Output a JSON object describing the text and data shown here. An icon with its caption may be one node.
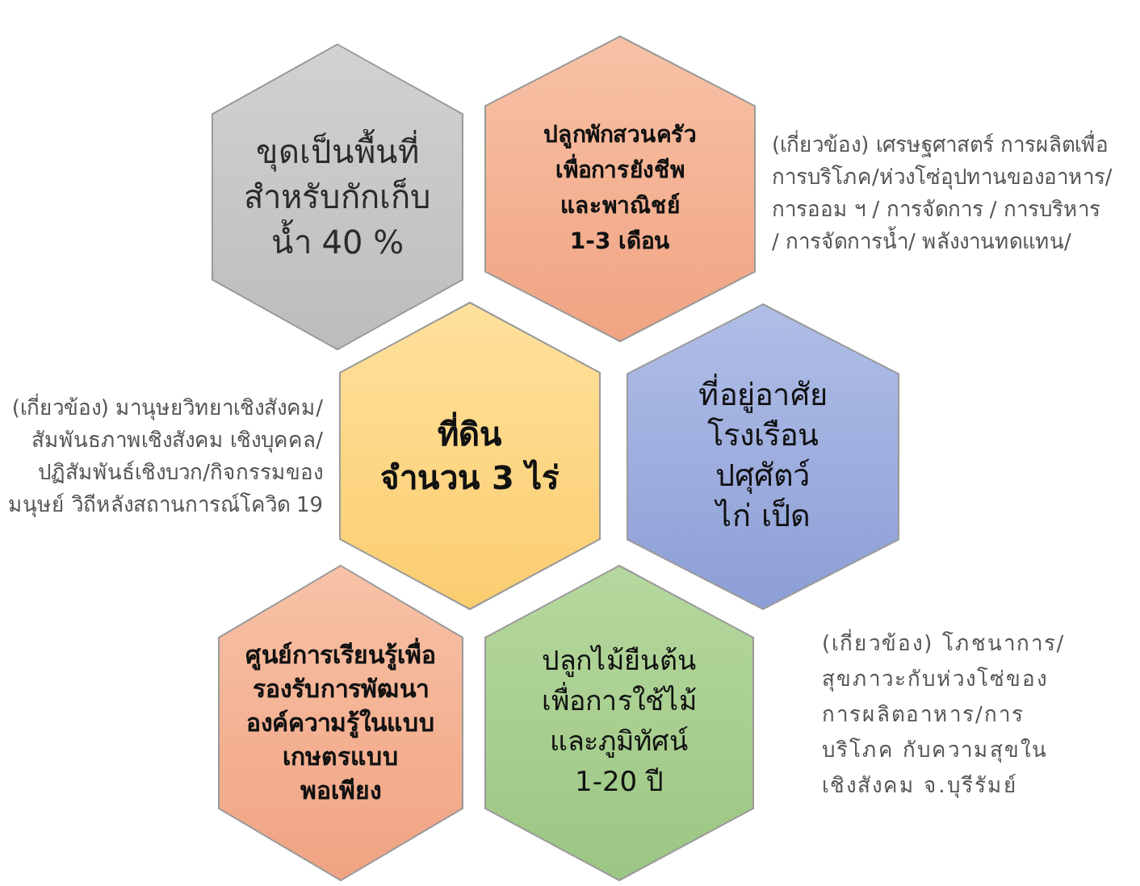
{
  "diagram": {
    "nodes": [
      {
        "text": [
          "ขุดเป็นพื้นที่สำหรับกักเก็บน้ำ 40 %"
        ]
      },
      {
        "text": [
          "ปลูกพักสวนครัวเพื่อการยังชีพและพาณิชย์ 1-3 เดือน"
        ],
        "beside": [
          "(เกี่ยวข้อง) เศรษฐศาสตร์ การผลิตเพื่อการบริโภค/ห่วงโซ่อุปทานของอาหาร/การออม ฯ / การจัดการ / การบริหาร / การจัดการน้ำ/ พลังงานทดแทน/"
        ]
      },
      {
        "text": [
          "ที่ดินจำนวน 3 ไร่"
        ],
        "beside": [
          "(เกี่ยวข้อง) มานุษยวิทยาเชิงสังคม/สัมพันธภาพเชิงสังคม เชิงบุคคล/ปฏิสัมพันธ์เชิงบวก/กิจกรรมของมนุษย์ วิถีหลังสถานการณ์โควิด 19"
        ]
      },
      {
        "text": [
          "ที่อยู่อาศัยโรงเรือนปศุศัตว์ไก่ เป็ด"
        ]
      },
      {
        "text": [
          "ศูนย์การเรียนรู้เพื่อรองรับการพัฒนาองค์ความรู้ในแบบเกษตรแบบพอเพียง"
        ]
      },
      {
        "text": [
          "ปลูกไม้ยืนต้นเพื่อการใช้ไม้และภูมิทัศน์ 1-20 ปี"
        ]
      }
    ],
    "labels": [
      "(เกี่ยวข้อง) โภชนาการ/สุขภาวะกับห่วงโซ่ของการผลิตอาหาร/การบริโภค กับความสุขในเชิงสังคม จ.บุรีรัมย์"
    ]
  }
}
